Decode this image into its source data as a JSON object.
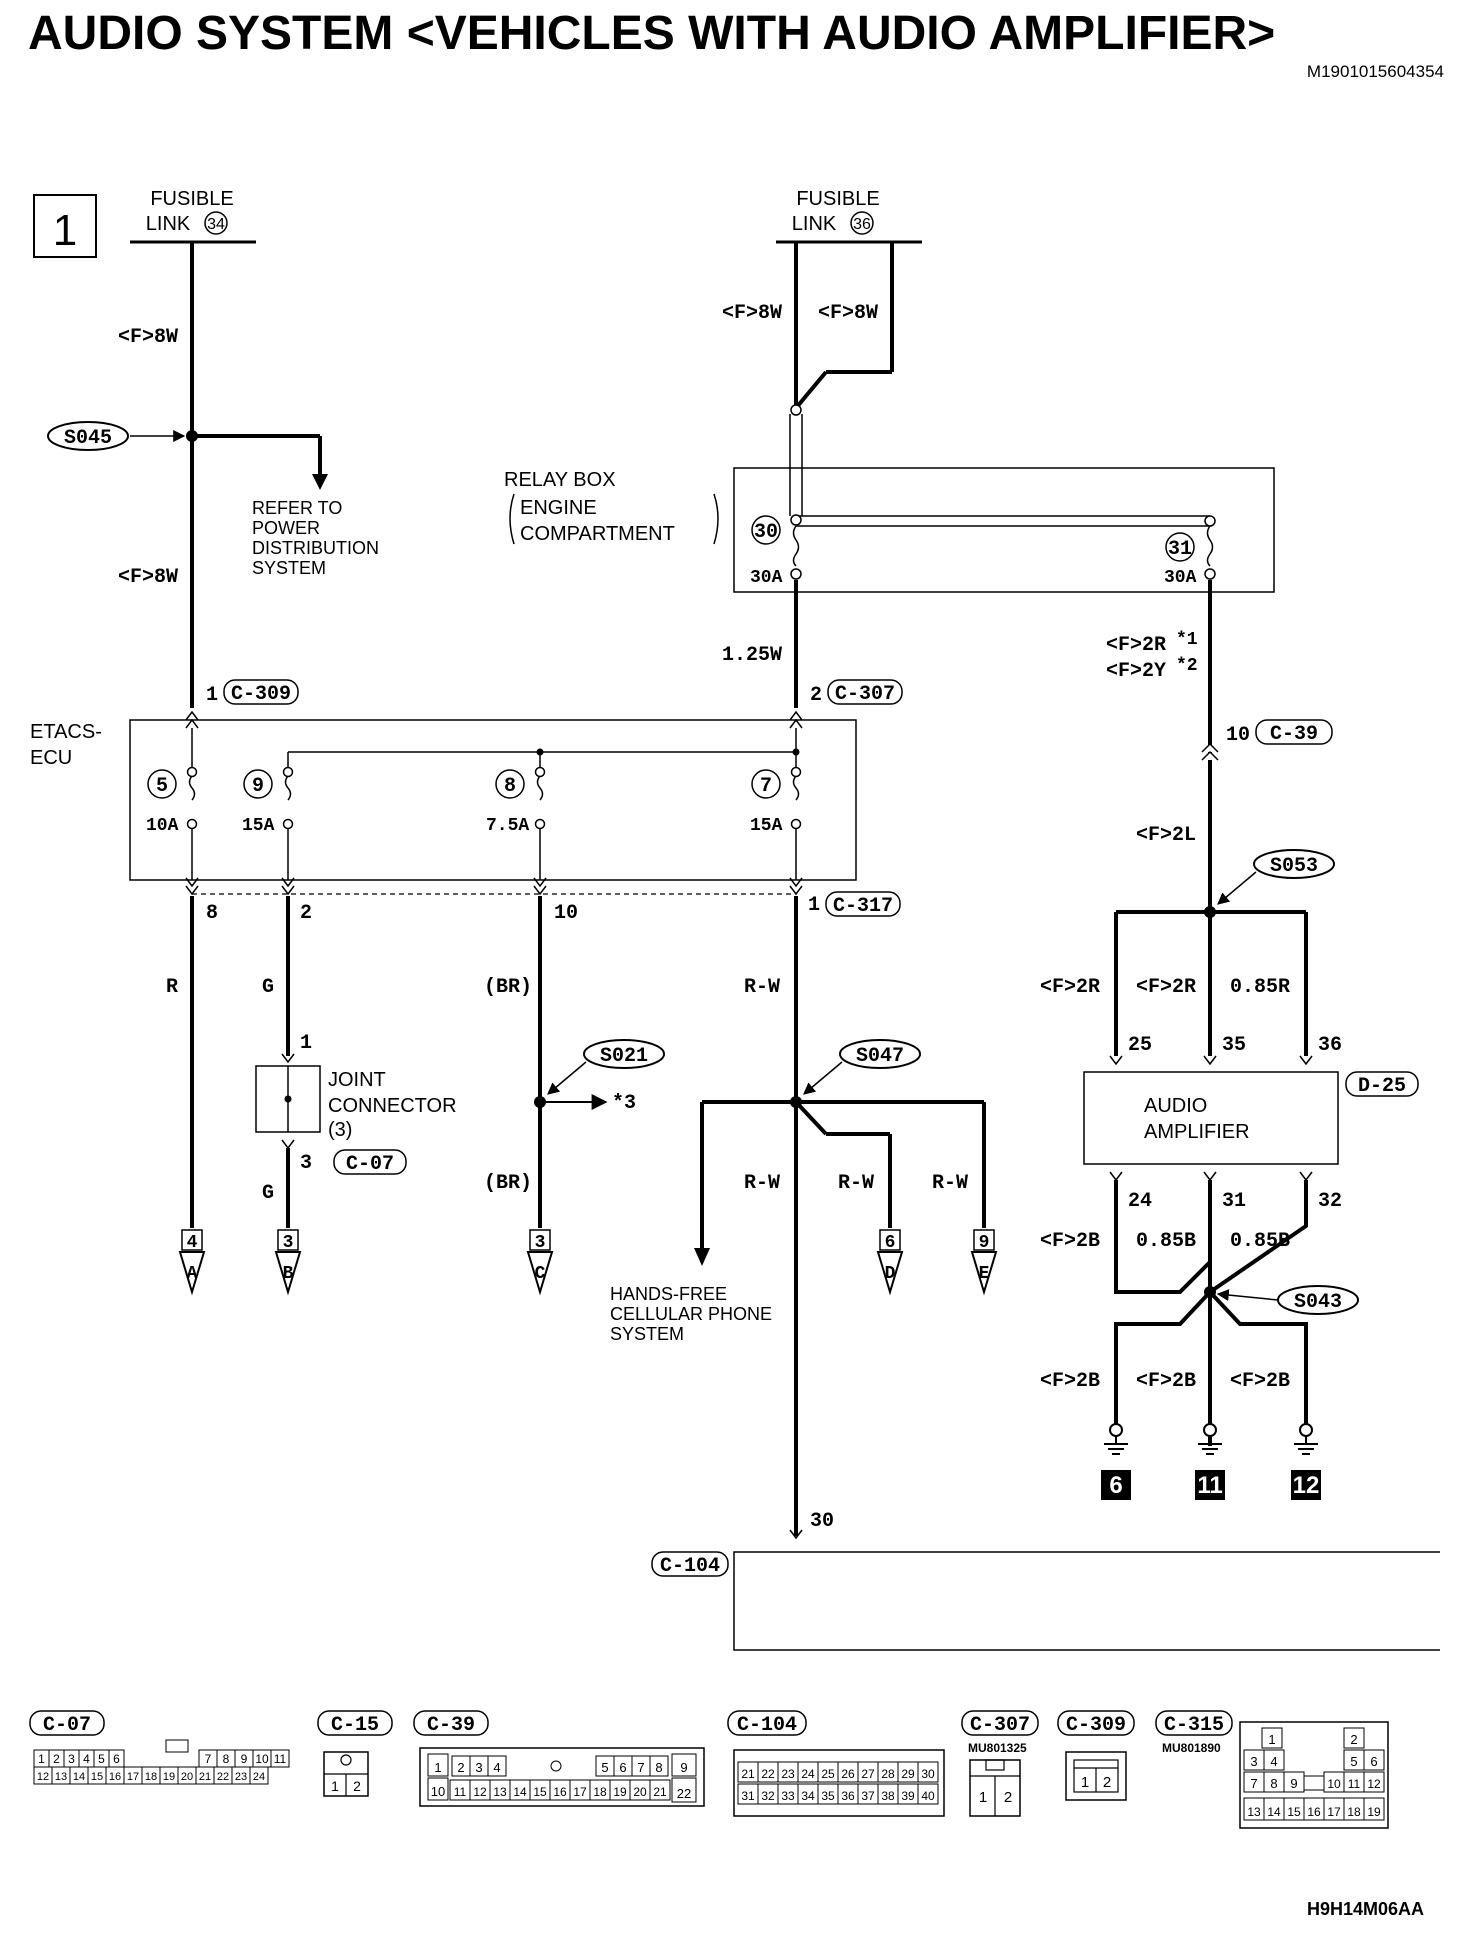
{
  "title": "AUDIO SYSTEM <VEHICLES WITH AUDIO AMPLIFIER>",
  "doc_number": "M1901015604354",
  "figure_code": "H9H14M06AA",
  "page_number": "1",
  "fusible_links": [
    {
      "line1": "FUSIBLE",
      "line2": "LINK",
      "num": "34"
    },
    {
      "line1": "FUSIBLE",
      "line2": "LINK",
      "num": "36"
    }
  ],
  "splices": [
    "S045",
    "S021",
    "S047",
    "S053",
    "S043"
  ],
  "refer_power": [
    "REFER TO",
    "POWER",
    "DISTRIBUTION",
    "SYSTEM"
  ],
  "relay_box": {
    "label": "RELAY BOX",
    "sub1": "ENGINE",
    "sub2": "COMPARTMENT",
    "fuses": [
      {
        "num": "30",
        "amp": "30A"
      },
      {
        "num": "31",
        "amp": "30A"
      }
    ]
  },
  "etacs": {
    "line1": "ETACS-",
    "line2": "ECU",
    "fuses": [
      {
        "num": "5",
        "amp": "10A"
      },
      {
        "num": "9",
        "amp": "15A"
      },
      {
        "num": "8",
        "amp": "7.5A"
      },
      {
        "num": "7",
        "amp": "15A"
      }
    ]
  },
  "wires": {
    "f8w": "<F>8W",
    "w125": "1.25W",
    "f2r1": "<F>2R",
    "f2y2": "<F>2Y",
    "star1": "*1",
    "star2": "*2",
    "star3": "*3",
    "r": "R",
    "g": "G",
    "br": "(BR)",
    "rw": "R-W",
    "f2l": "<F>2L",
    "f2r": "<F>2R",
    "r085": "0.85R",
    "f2b": "<F>2B",
    "b085": "0.85B"
  },
  "pins": {
    "c309": "1",
    "c307": "2",
    "c39": "10",
    "e8": "8",
    "e2": "2",
    "e10": "10",
    "c317": "1",
    "j1": "1",
    "j3": "3",
    "a25": "25",
    "a35": "35",
    "a36": "36",
    "a24": "24",
    "a31": "31",
    "a32": "32",
    "c104": "30"
  },
  "connectors": {
    "c309": "C-309",
    "c307": "C-307",
    "c39": "C-39",
    "c317": "C-317",
    "c07": "C-07",
    "d25": "D-25",
    "c104": "C-104"
  },
  "joint": {
    "line1": "JOINT",
    "line2": "CONNECTOR",
    "line3": "(3)"
  },
  "amplifier": {
    "line1": "AUDIO",
    "line2": "AMPLIFIER"
  },
  "hands_free": [
    "HANDS-FREE",
    "CELLULAR PHONE",
    "SYSTEM"
  ],
  "terminators": [
    {
      "pin": "4",
      "letter": "A"
    },
    {
      "pin": "3",
      "letter": "B"
    },
    {
      "pin": "3",
      "letter": "C"
    },
    {
      "pin": "6",
      "letter": "D"
    },
    {
      "pin": "9",
      "letter": "E"
    }
  ],
  "grounds": [
    "6",
    "11",
    "12"
  ],
  "legend": {
    "c07": {
      "label": "C-07",
      "row1": [
        "1",
        "2",
        "3",
        "4",
        "5",
        "6",
        "7",
        "8",
        "9",
        "10",
        "11"
      ],
      "row2": [
        "12",
        "13",
        "14",
        "15",
        "16",
        "17",
        "18",
        "19",
        "20",
        "21",
        "22",
        "23",
        "24"
      ]
    },
    "c15": {
      "label": "C-15",
      "pins": [
        "1",
        "2"
      ]
    },
    "c39": {
      "label": "C-39",
      "row1": [
        "1",
        "2",
        "3",
        "4",
        "5",
        "6",
        "7",
        "8",
        "9"
      ],
      "row2": [
        "10",
        "11",
        "12",
        "13",
        "14",
        "15",
        "16",
        "17",
        "18",
        "19",
        "20",
        "21",
        "22"
      ]
    },
    "c104": {
      "label": "C-104",
      "row1": [
        "21",
        "22",
        "23",
        "24",
        "25",
        "26",
        "27",
        "28",
        "29",
        "30"
      ],
      "row2": [
        "31",
        "32",
        "33",
        "34",
        "35",
        "36",
        "37",
        "38",
        "39",
        "40"
      ]
    },
    "c307": {
      "label": "C-307",
      "code": "MU801325",
      "pins": [
        "1",
        "2"
      ]
    },
    "c309": {
      "label": "C-309",
      "pins": [
        "1",
        "2"
      ]
    },
    "c315": {
      "label": "C-315",
      "code": "MU801890",
      "grid": [
        [
          "1",
          "2"
        ],
        [
          "3",
          "4",
          "5",
          "6"
        ],
        [
          "7",
          "8",
          "9",
          "10",
          "11",
          "12"
        ],
        [
          "13",
          "14",
          "15",
          "16",
          "17",
          "18",
          "19"
        ]
      ]
    }
  }
}
